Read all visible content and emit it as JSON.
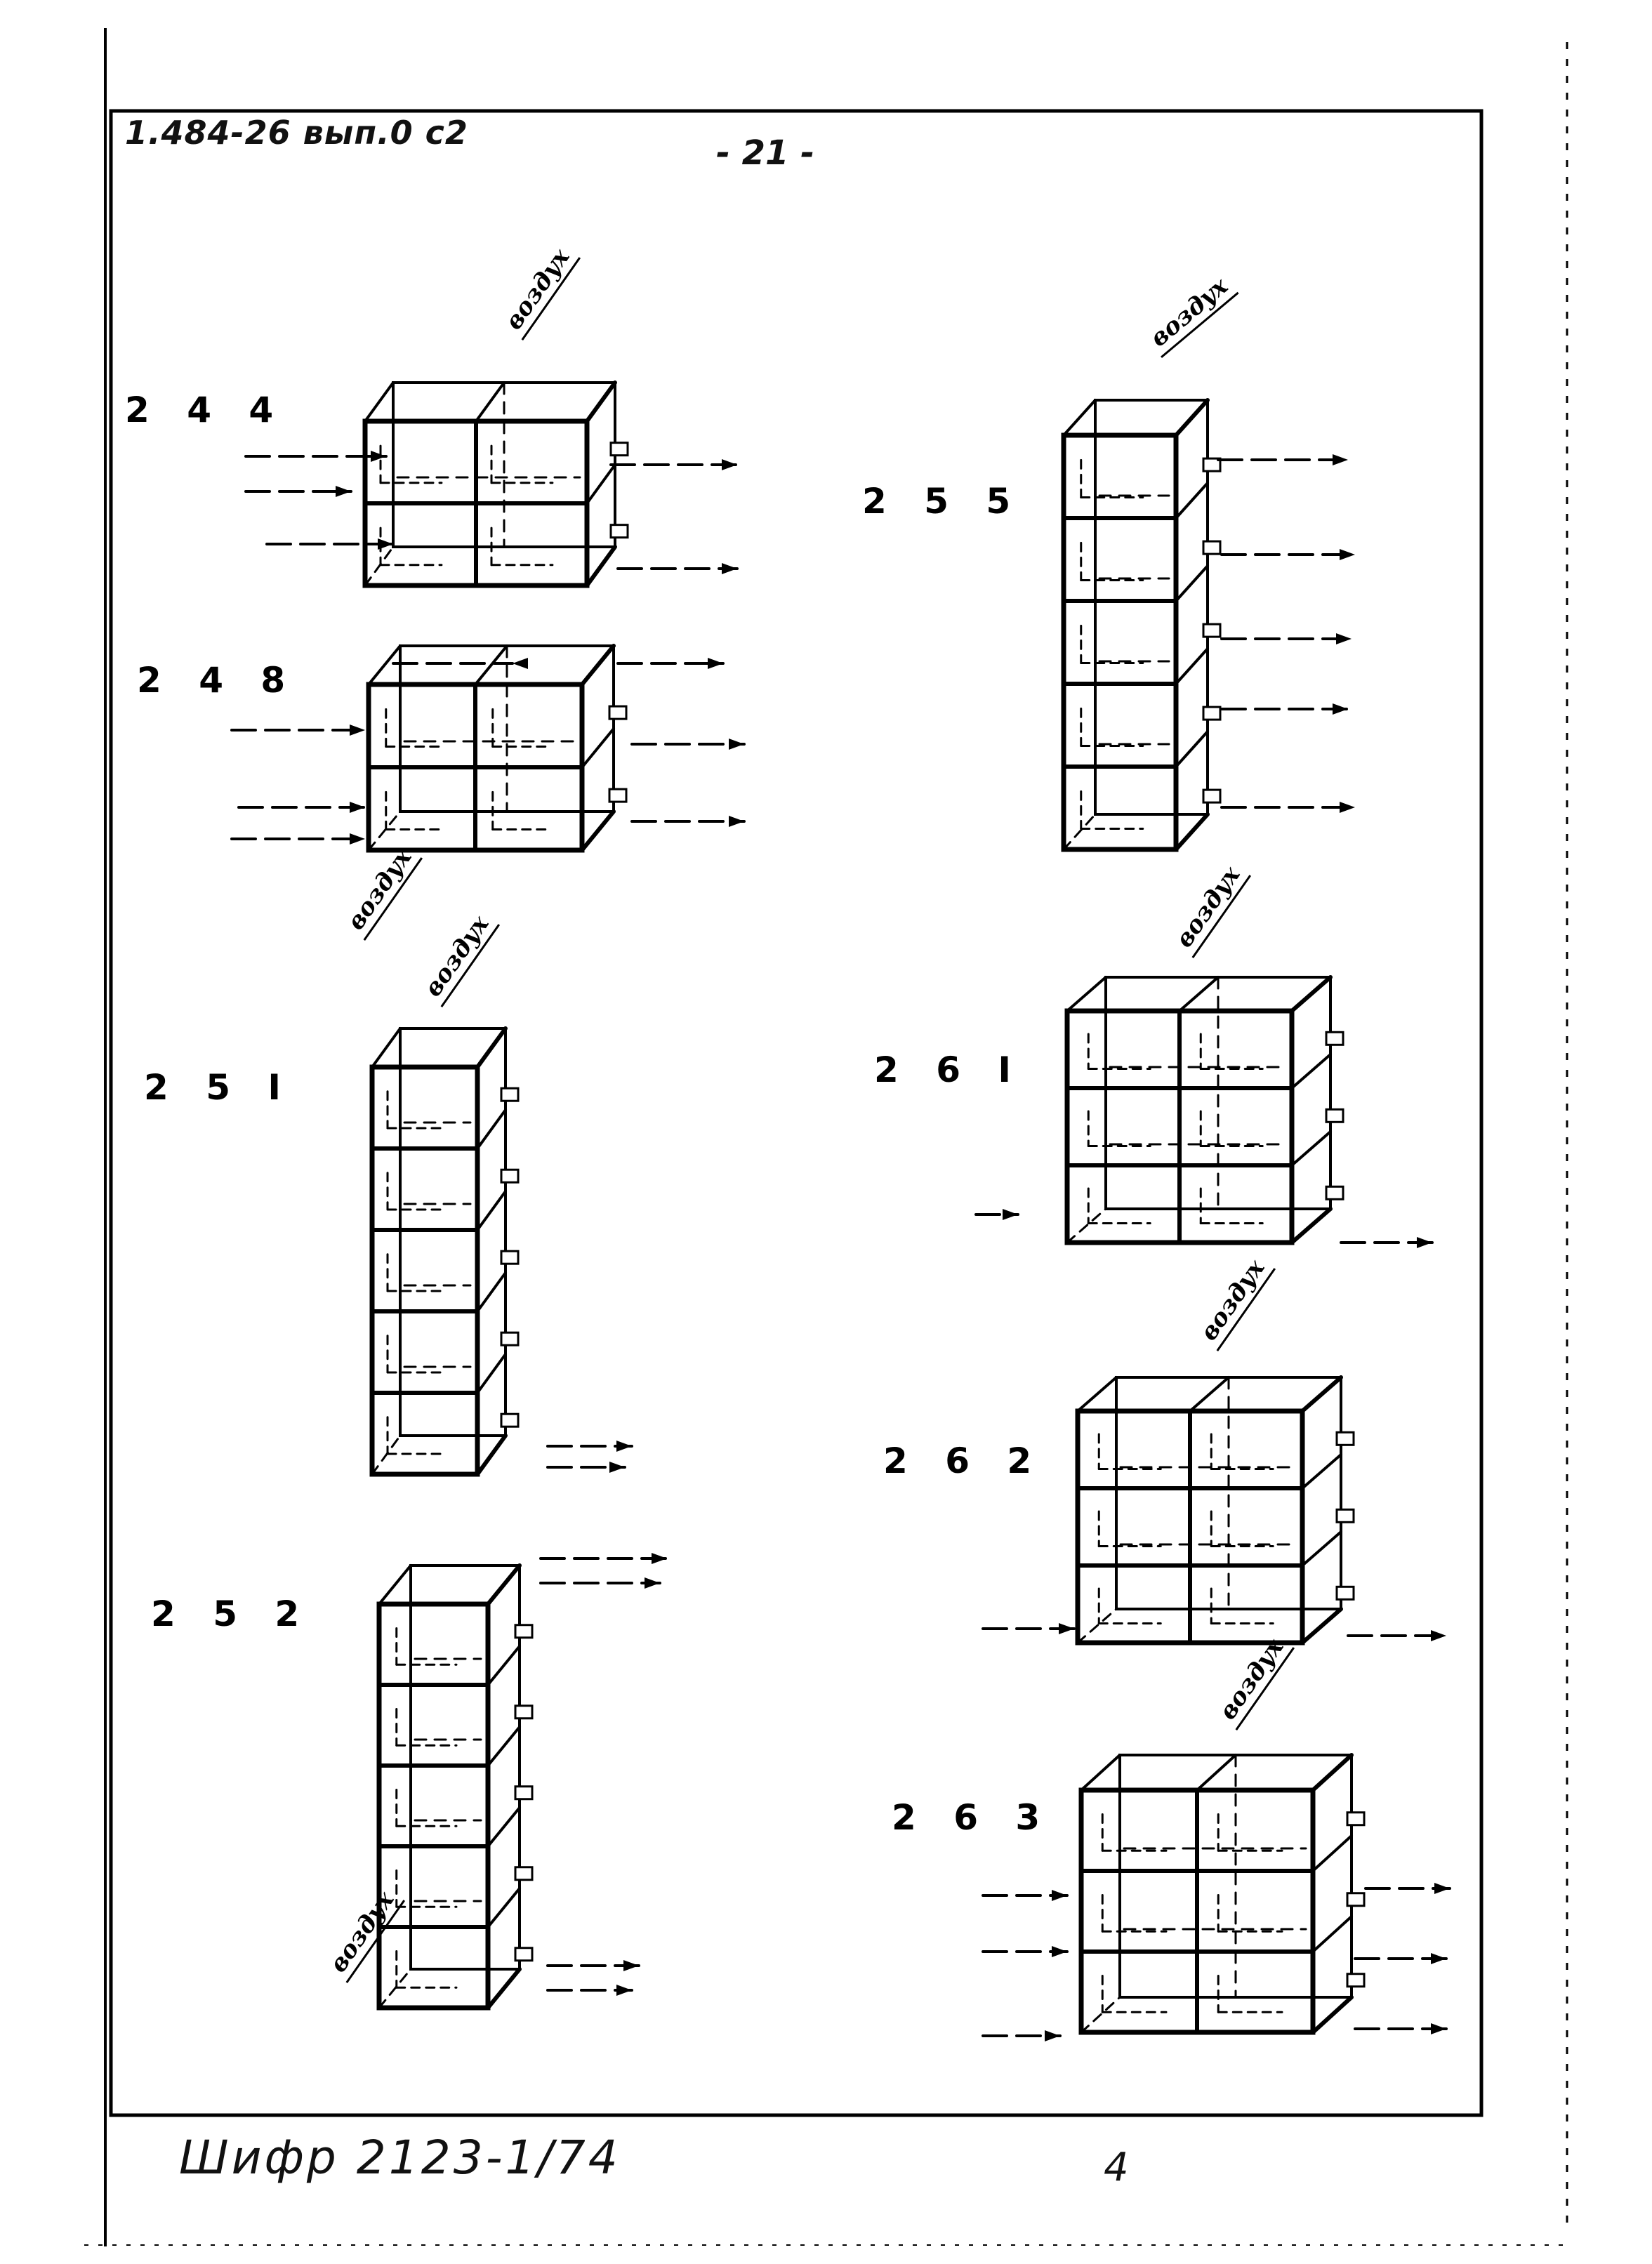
{
  "sheet": {
    "doc_code": "1.484-26 вып.0 с2",
    "page_mark": "- 21 -",
    "cipher": "Шифр 2123-1/74",
    "footer_mark": "4"
  },
  "schemes": [
    {
      "id": "244",
      "label": "2 4 4",
      "air": "воздух"
    },
    {
      "id": "248",
      "label": "2 4 8",
      "air": "воздух"
    },
    {
      "id": "251",
      "label": "2 5 I",
      "air": "воздух"
    },
    {
      "id": "252",
      "label": "2 5 2",
      "air": "воздух"
    },
    {
      "id": "255",
      "label": "2 5 5",
      "air": "воздух"
    },
    {
      "id": "261",
      "label": "2 6 I",
      "air": "воздух"
    },
    {
      "id": "262",
      "label": "2 6 2",
      "air": "воздух"
    },
    {
      "id": "263",
      "label": "2 6 3",
      "air": "воздух"
    }
  ],
  "colors": {
    "ink": "#000000",
    "paper": "#ffffff"
  }
}
